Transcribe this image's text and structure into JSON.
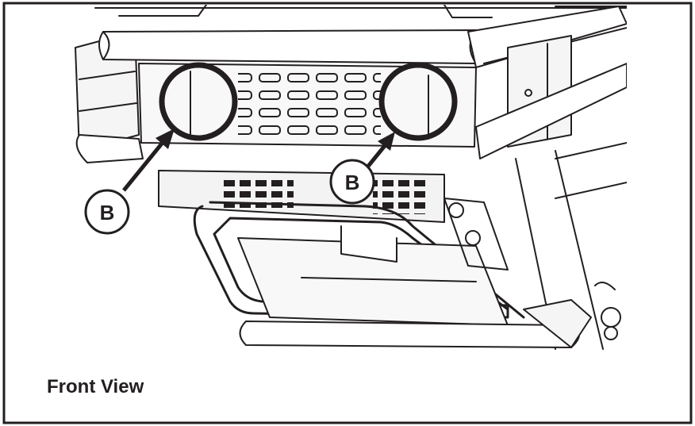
{
  "figure": {
    "caption": "Front View",
    "callout_left": {
      "label": "B"
    },
    "callout_right": {
      "label": "B"
    },
    "colors": {
      "line": "#231f20",
      "frame": "#231f20",
      "background": "#ffffff",
      "panel": "#f3f3f3"
    },
    "icons": [
      "circle-highlight-icon",
      "arrow-icon"
    ]
  }
}
